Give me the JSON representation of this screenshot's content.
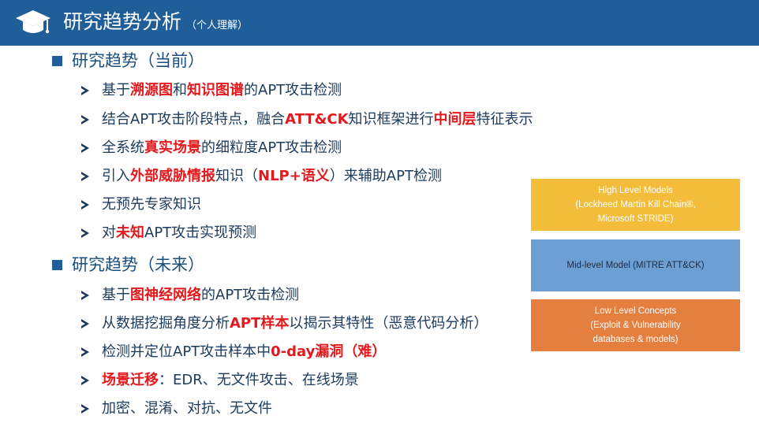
{
  "header": {
    "title": "研究趋势分析",
    "subtitle": "（个人理解）",
    "icon": "graduation-cap-icon",
    "background": "#1f5e99"
  },
  "colors": {
    "highlight": "#e3191d",
    "text": "#1b3a5c"
  },
  "section_current": {
    "label": "研究趋势（当前）",
    "items": [
      [
        "基于",
        "溯源图",
        "和",
        "知识图谱",
        "的APT攻击检测"
      ],
      [
        "结合APT攻击阶段特点，融合",
        "ATT&CK",
        "知识框架进行",
        "中间层",
        "特征表示"
      ],
      [
        "全系统",
        "真实场景",
        "的细粒度APT攻击检测"
      ],
      [
        "引入",
        "外部威胁情报",
        "知识（",
        "NLP+语义",
        "）来辅助APT检测"
      ],
      [
        "无预先专家知识"
      ],
      [
        "对",
        "未知",
        "APT攻击实现预测"
      ]
    ]
  },
  "section_future": {
    "label": "研究趋势（未来）",
    "items": [
      [
        "基于",
        "图神经网络",
        "的APT攻击检测"
      ],
      [
        "从数据挖掘角度分析",
        "APT样本",
        "以揭示其特性（恶意代码分析）"
      ],
      [
        "检测并定位APT攻击样本中",
        "0-day漏洞（难）"
      ],
      [
        "",
        "场景迁移",
        "：EDR、无文件攻击、在线场景"
      ],
      [
        "加密、混淆、对抗、无文件"
      ]
    ]
  },
  "models": {
    "high": [
      "High Level Models",
      "(Lockheed Martin Kill Chain®,",
      "Microsoft STRIDE)"
    ],
    "mid": [
      "Mid-level Model (MITRE ATT&CK)"
    ],
    "low": [
      "Low Level Concepts",
      "(Exploit & Vulnerability",
      "databases & models)"
    ],
    "colors": {
      "high": "#f3bd3b",
      "mid": "#6d9fd4",
      "low": "#e57f40"
    }
  }
}
